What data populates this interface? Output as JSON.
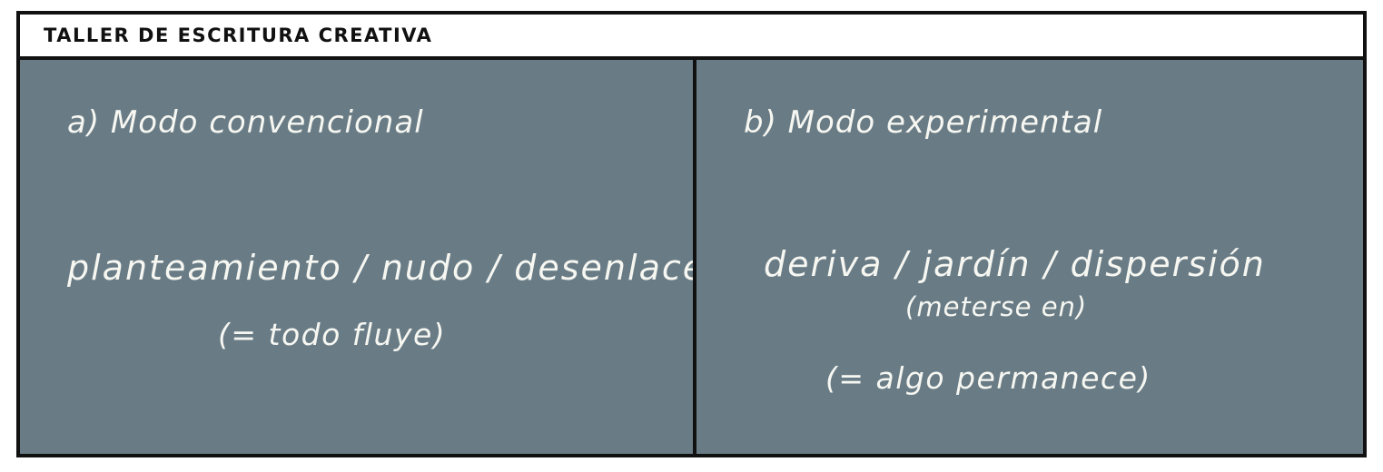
{
  "title": "TALLER DE ESCRITURA CREATIVA",
  "left_panel": {
    "heading": "a) Modo convencional",
    "sequence": "planteamiento / nudo / desenlace",
    "note": "(= todo fluye)"
  },
  "right_panel": {
    "heading": "b) Modo experimental",
    "sequence": "deriva / jardín / dispersión",
    "aside": "(meterse en)",
    "note": "(= algo permanece)"
  },
  "colors": {
    "panel_background": "#697c86",
    "chalk_text": "#f7f7f2",
    "border": "#111111"
  }
}
